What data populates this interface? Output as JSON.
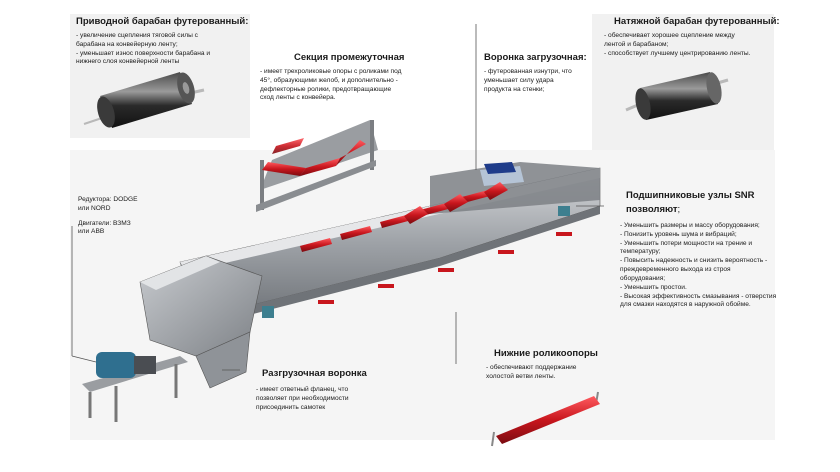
{
  "drive_pulley": {
    "title": "Приводной барабан футерованный:",
    "lines": [
      "- увеличение сцепления тяговой силы с",
      "барабана на конвейерную ленту;",
      "- уменьшает износ поверхности барабана и",
      "нижнего слоя конвейерной ленты"
    ]
  },
  "tension_pulley": {
    "title": "Натяжной барабан футерованный:",
    "lines": [
      "- обеспечивает хорошее сцепление между",
      "лентой и барабаном;",
      "- способствует лучшему центрированию ленты."
    ]
  },
  "intermediate_section": {
    "title": "Секция промежуточная",
    "lines": [
      "- имеет трехроликовые опоры с роликами под",
      "45°, образующими желоб, и дополнительно -",
      "дефлекторные ролики, предотвращающие",
      "сход ленты с конвейера."
    ]
  },
  "loading_chute": {
    "title": "Воронка загрузочная:",
    "lines": [
      "- футерованная изнутри, что",
      "уменьшает силу удара",
      "продукта на стенки;"
    ]
  },
  "gear_motor": {
    "reducers_label": "Редуктора:",
    "reducers_value_1": "DODGE",
    "reducers_value_2": "или NORD",
    "motors_label": "Двигатели:",
    "motors_value_1": "ВЗМЗ",
    "motors_value_2": "или ABB"
  },
  "bearings": {
    "title_1": "Подшипниковые узлы SNR",
    "title_2": "позволяют",
    "title_suffix": ";",
    "lines": [
      "- Уменьшить размеры и массу оборудования;",
      "- Понизить уровень шума и вибраций;",
      "- Уменьшить потери мощности на трение и",
      "температуру;",
      "- Повысить надежность и снизить вероятность -",
      "преждевременного выхода из строя",
      "оборудования;",
      "- Уменьшить простои.",
      "- Высокая эффективность смазывания - отверстия",
      "для смазки находятся в наружной обойме."
    ]
  },
  "discharge_chute": {
    "title": "Разгрузочная воронка",
    "lines": [
      "- имеет ответный фланец, что",
      "позволяет при необходимости",
      "присоединить самотек"
    ]
  },
  "return_idlers": {
    "title": "Нижние роликоопоры",
    "lines": [
      "- обеспечивают поддержание",
      "холостой ветви ленты."
    ]
  },
  "colors": {
    "roller_red": "#c8161d",
    "frame_grey": "#8a8d91",
    "panel_grey": "#f1f1f1",
    "motor_blue": "#2f6f8f",
    "chute_steel": "#a9acb0"
  }
}
